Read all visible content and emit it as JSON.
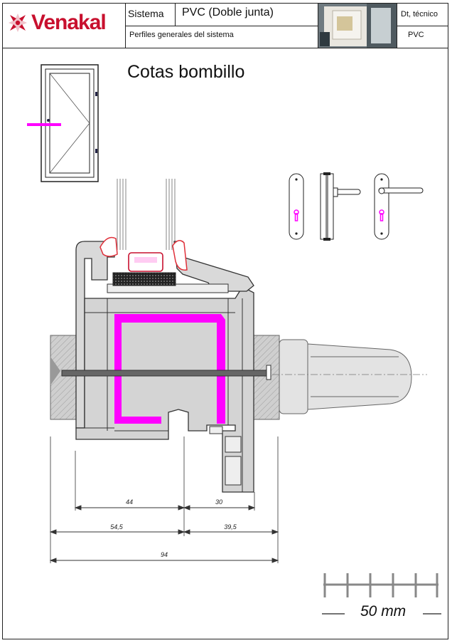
{
  "header": {
    "brand": "Venakal",
    "sistema_label": "Sistema",
    "sistema_value": "PVC (Doble junta)",
    "subtitle": "Perfiles generales del sistema",
    "doc_type": "Dt, técnico",
    "doc_material": "PVC"
  },
  "title": "Cotas bombillo",
  "dimensions": {
    "d44": "44",
    "d30": "30",
    "d54_5": "54,5",
    "d39_5": "39,5",
    "d94": "94"
  },
  "scale": {
    "label": "50 mm"
  },
  "colors": {
    "brand": "#c8102e",
    "reinforcement": "#ff00ff",
    "profile_fill": "#d9d9d9",
    "gasket": "#e0303a"
  }
}
